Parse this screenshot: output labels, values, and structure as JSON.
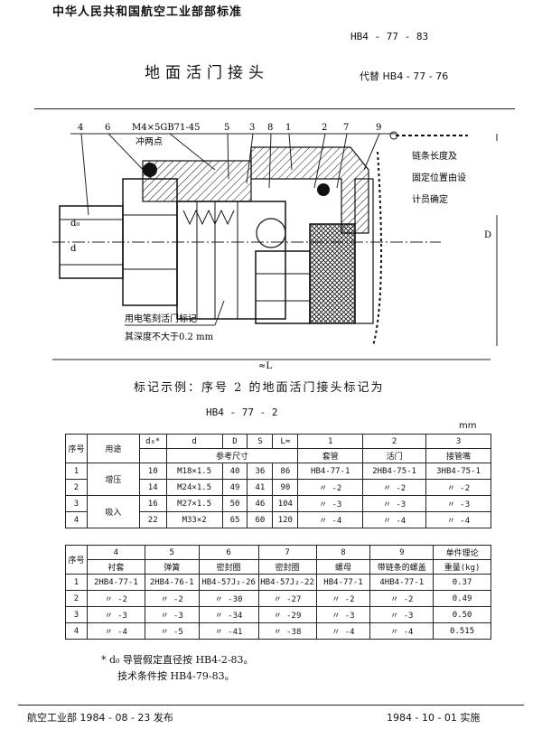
{
  "header": {
    "org_standard": "中华人民共和国航空工业部部标准",
    "standard_number": "HB4 - 77 - 83",
    "title": "地面活门接头",
    "replaces": "代替 HB4 - 77 - 76"
  },
  "drawing": {
    "callouts": [
      "4",
      "6",
      "M4×5GB71-45",
      "5",
      "3",
      "8",
      "1",
      "2",
      "7",
      "9"
    ],
    "punch_note": "冲两点",
    "chain_note": [
      "链条长度及",
      "固定位置由设",
      "计员确定"
    ],
    "marking_note": [
      "用电笔刻活门标记",
      "其深度不大于0.2 mm"
    ],
    "dim_d0": "d₀",
    "dim_d": "d",
    "dim_D": "D",
    "dim_L": "≈L"
  },
  "marking": {
    "example": "标记示例：序号 2 的地面活门接头标记为",
    "code": "HB4 - 77 - 2"
  },
  "unit": "mm",
  "table1": {
    "header_row1": [
      "序号",
      "用途",
      "d₀*",
      "d",
      "D",
      "S",
      "L≈",
      "1",
      "2",
      "3"
    ],
    "header_row2": [
      "",
      "",
      "",
      "参考尺寸",
      "",
      "",
      "",
      "套管",
      "活门",
      "接管嘴"
    ],
    "rows": [
      [
        "1",
        "增压",
        "10",
        "M18×1.5",
        "40",
        "36",
        "86",
        "HB4-77-1",
        "2HB4-75-1",
        "3HB4-75-1"
      ],
      [
        "2",
        "",
        "14",
        "M24×1.5",
        "49",
        "41",
        "90",
        "〃 -2",
        "〃 -2",
        "〃 -2"
      ],
      [
        "3",
        "吸入",
        "16",
        "M27×1.5",
        "50",
        "46",
        "104",
        "〃 -3",
        "〃 -3",
        "〃 -3"
      ],
      [
        "4",
        "",
        "22",
        "M33×2",
        "65",
        "60",
        "120",
        "〃 -4",
        "〃 -4",
        "〃 -4"
      ]
    ]
  },
  "table2": {
    "header_nums": [
      "序号",
      "4",
      "5",
      "6",
      "7",
      "8",
      "9",
      "单件理论"
    ],
    "header_names": [
      "",
      "衬套",
      "弹簧",
      "密封圈",
      "密封圈",
      "螺母",
      "带链条的螺盖",
      "重量(kg)"
    ],
    "rows": [
      [
        "1",
        "2HB4-77-1",
        "2HB4-76-1",
        "HB4-57J₂-26",
        "HB4-57J₂-22",
        "HB4-77-1",
        "4HB4-77-1",
        "0.37"
      ],
      [
        "2",
        "〃 -2",
        "〃 -2",
        "〃 -30",
        "〃 -27",
        "〃 -2",
        "〃 -2",
        "0.49"
      ],
      [
        "3",
        "〃 -3",
        "〃 -3",
        "〃 -34",
        "〃 -29",
        "〃 -3",
        "〃 -3",
        "0.50"
      ],
      [
        "4",
        "〃 -4",
        "〃 -5",
        "〃 -41",
        "〃 -38",
        "〃 -4",
        "〃 -4",
        "0.515"
      ]
    ]
  },
  "footnotes": {
    "line1": "* d₀ 导管假定直径按 HB4-2-83。",
    "line2": "技术条件按 HB4-79-83。"
  },
  "footer": {
    "left": "航空工业部 1984 - 08 - 23 发布",
    "right": "1984 - 10 - 01 实施"
  }
}
